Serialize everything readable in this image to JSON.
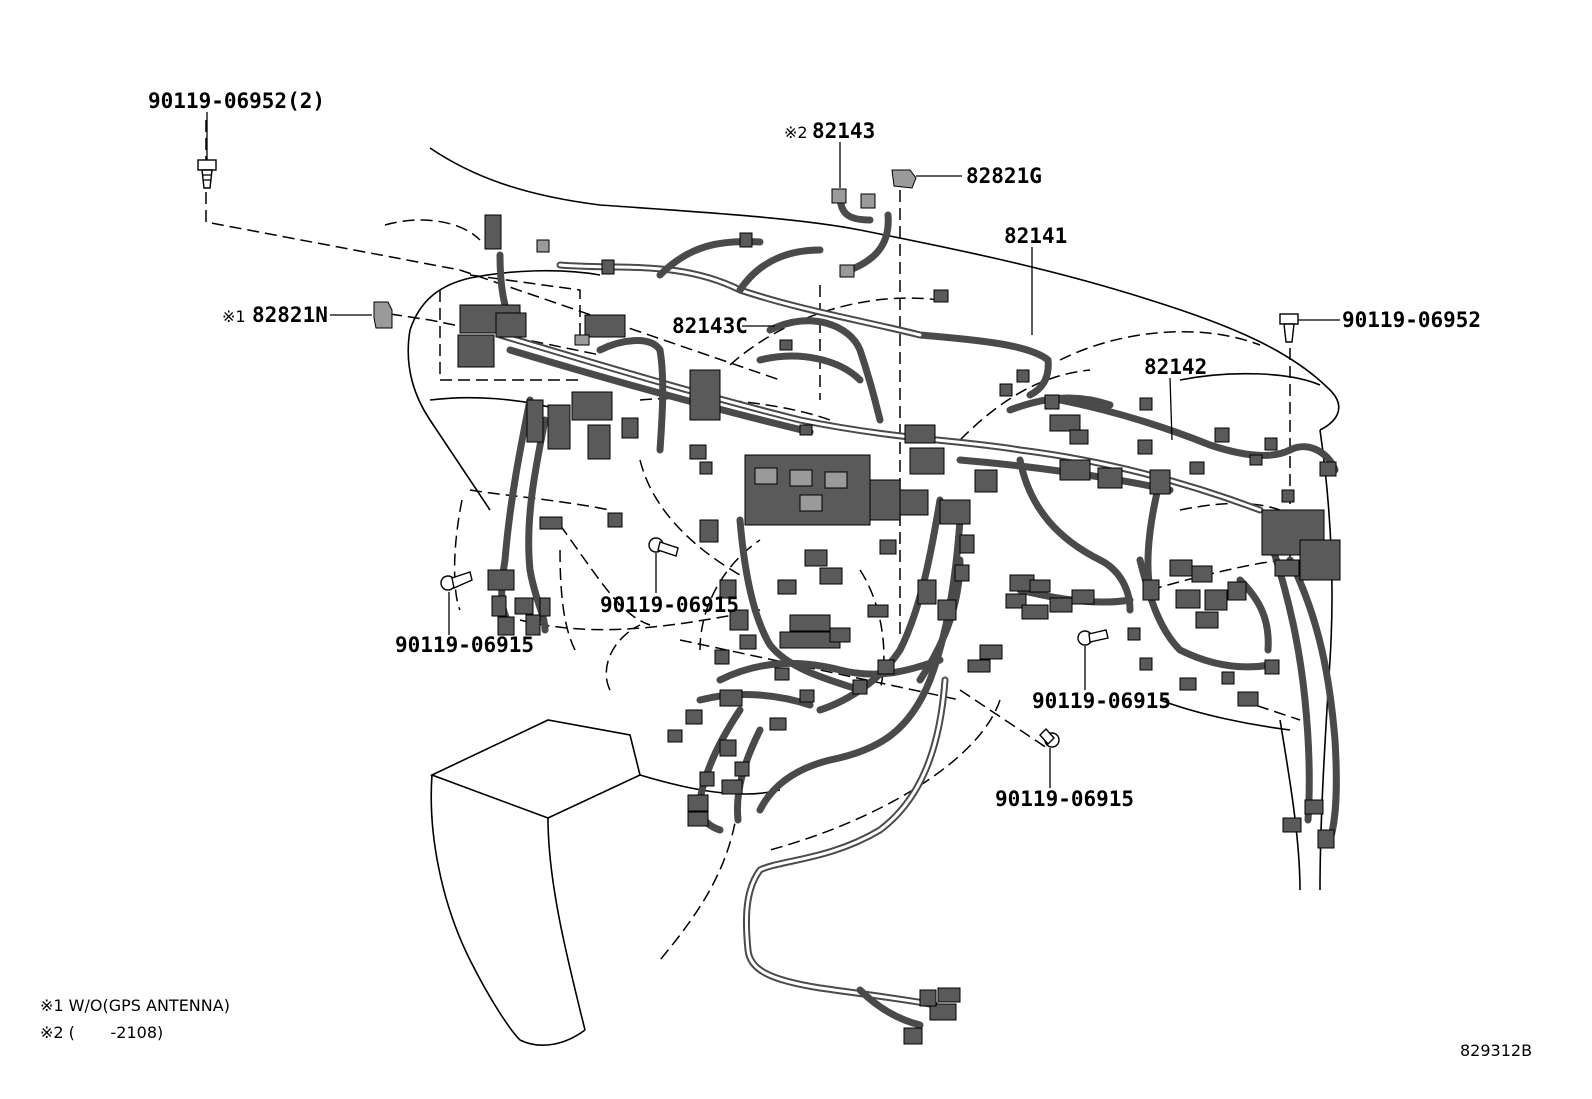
{
  "callouts": {
    "bolt_top_left": "90119-06952(2)",
    "part_82143_mark": "※2",
    "part_82143": "82143",
    "part_82821g": "82821G",
    "part_82141": "82141",
    "part_82821n_mark": "※1",
    "part_82821n": "82821N",
    "part_82143c": "82143C",
    "bolt_right": "90119-06952",
    "part_82142": "82142",
    "bolt_left_lower": "90119-06915",
    "bolt_center_left": "90119-06915",
    "bolt_center_right": "90119-06915",
    "bolt_bottom_center": "90119-06915"
  },
  "notes": {
    "note1": "※1 W/O(GPS ANTENNA)",
    "note2": "※2 (       -2108)"
  },
  "diagram_id": "829312B"
}
